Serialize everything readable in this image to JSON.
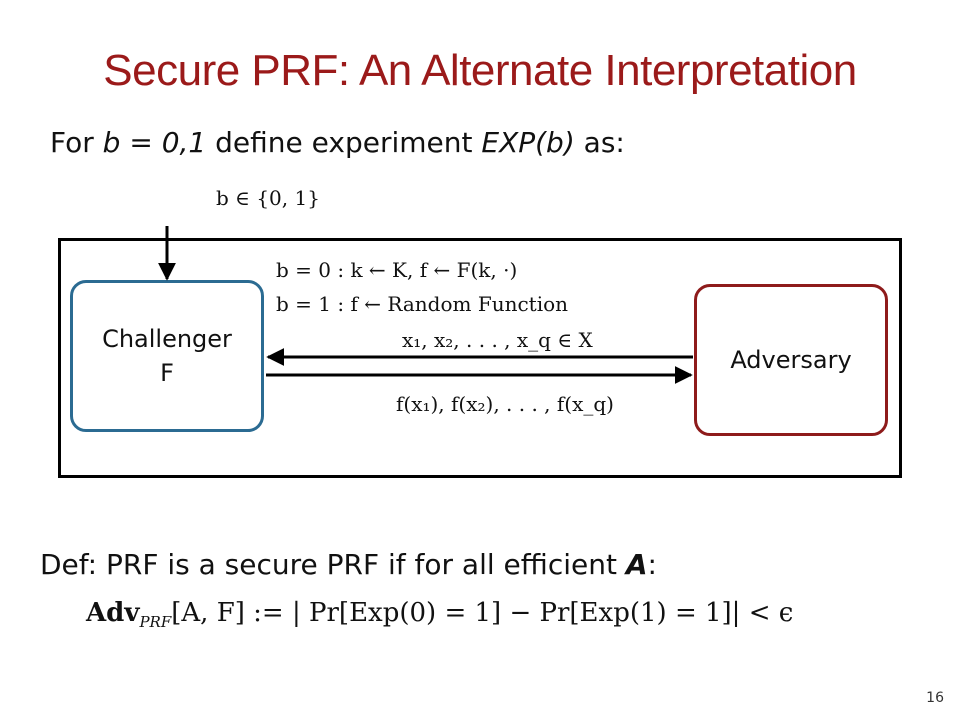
{
  "slide": {
    "title": "Secure PRF: An Alternate Interpretation",
    "intro": {
      "prefix": "For ",
      "b_expr": "b = 0,1",
      "middle": " define experiment ",
      "exp_expr": "EXP(b)",
      "suffix": " as:"
    },
    "diagram": {
      "b_input": "b ∈ {0, 1}",
      "case_b0": "b = 0 : k ← K, f ← F(k, ·)",
      "case_b1": "b = 1 : f ← Random Function",
      "query_msg": "x₁, x₂, . . . , x_q ∈ X",
      "response_msg": "f(x₁), f(x₂), . . . , f(x_q)",
      "challenger_line1": "Challenger",
      "challenger_line2": "F",
      "adversary_label": "Adversary",
      "colors": {
        "challenger_border": "#2b6b92",
        "adversary_border": "#8e1b1b",
        "title": "#9b1a1a"
      }
    },
    "definition": {
      "prefix": "Def:  PRF is a secure PRF if for all efficient ",
      "adversary_symbol": "A",
      "suffix": ":"
    },
    "advantage_formula": {
      "adv_bold": "Adv",
      "subscript": "PRF",
      "rest": "[A, F] := | Pr[Exp(0) = 1] − Pr[Exp(1) = 1]| < ϵ"
    },
    "page_number": "16"
  }
}
